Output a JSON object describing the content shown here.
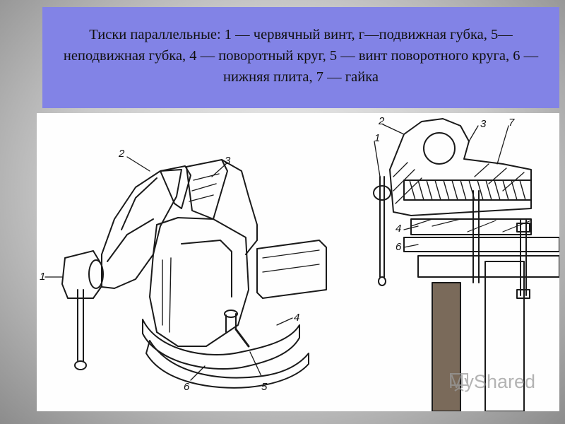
{
  "slide": {
    "caption": "Тиски параллельные: 1 — червячный винт, г—подвижная губка, 5—неподвижная губка, 4 — поворотный круг, 5 — винт поворотного круга, 6 — нижняя плита, 7 — гайка"
  },
  "figure": {
    "left_view_labels": [
      "1",
      "2",
      "3",
      "4",
      "5",
      "6"
    ],
    "right_view_labels": [
      "1",
      "2",
      "3",
      "4",
      "6",
      "7"
    ]
  },
  "watermark": {
    "text": "MyShared",
    "icon": "presentation-board-icon"
  },
  "colors": {
    "caption_background": "#8283e6",
    "drawing_ink": "#1a1a1a",
    "panel_background": "#fefefe"
  }
}
